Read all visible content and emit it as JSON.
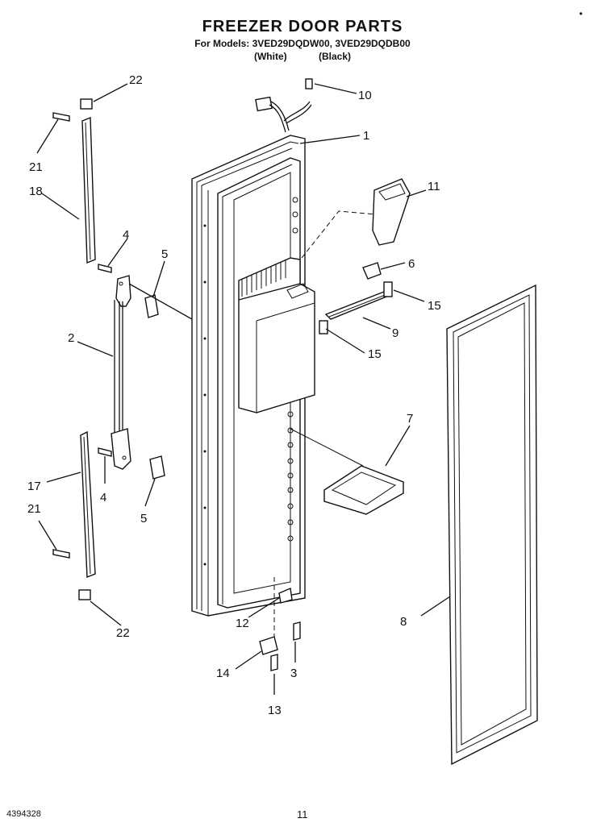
{
  "header": {
    "title": "FREEZER DOOR PARTS",
    "models": "For Models: 3VED29DQDW00, 3VED29DQDB00",
    "color_white": "(White)",
    "color_black": "(Black)"
  },
  "corner_mark": "•",
  "callouts": {
    "c1": "1",
    "c2": "2",
    "c3": "3",
    "c4a": "4",
    "c4b": "4",
    "c5a": "5",
    "c5b": "5",
    "c6": "6",
    "c7": "7",
    "c8": "8",
    "c9": "9",
    "c10": "10",
    "c11": "11",
    "c12": "12",
    "c13": "13",
    "c14": "14",
    "c15a": "15",
    "c15b": "15",
    "c17": "17",
    "c18": "18",
    "c21a": "21",
    "c21b": "21",
    "c22a": "22",
    "c22b": "22"
  },
  "footer": {
    "doc_number": "4394328",
    "page_number": "11"
  }
}
